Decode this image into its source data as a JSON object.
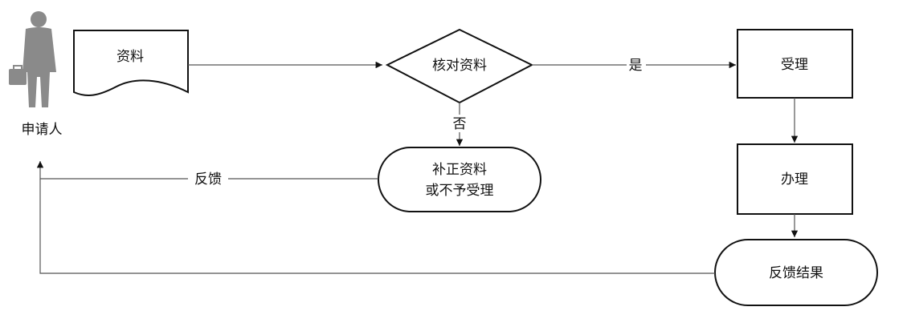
{
  "actor": {
    "label": "申请人",
    "icon": "businessman-icon"
  },
  "nodes": {
    "materials": "资料",
    "verify": "核对资料",
    "accept": "受理",
    "supplement_line1": "补正资料",
    "supplement_line2": "或不予受理",
    "process": "办理",
    "result": "反馈结果"
  },
  "edges": {
    "yes": "是",
    "no": "否",
    "feedback": "反馈"
  },
  "colors": {
    "stroke": "#111111",
    "connector": "#555555",
    "actor": "#8a8a8a"
  }
}
